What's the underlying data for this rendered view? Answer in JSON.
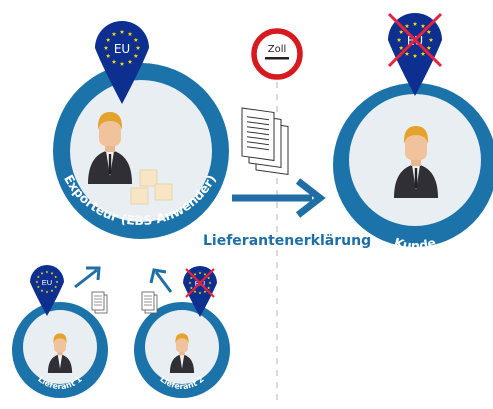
{
  "nodes": {
    "exporteur": {
      "label": "Exporteur (EBS Anwender)",
      "pin_text": "EU",
      "pin_crossed": false
    },
    "kunde": {
      "label": "Kunde",
      "pin_text": "EU",
      "pin_crossed": true
    },
    "lieferant_1": {
      "label": "Lieferant 1",
      "pin_text": "EU",
      "pin_crossed": false
    },
    "lieferant_2": {
      "label": "Lieferant 2",
      "pin_text": "EU",
      "pin_crossed": true
    }
  },
  "customs_sign": {
    "text": "Zoll"
  },
  "flow": {
    "label": "Lieferantenerklärung"
  },
  "colors": {
    "ring_blue": "#1b73a9",
    "pin_navy": "#0d2f8f",
    "star_yellow": "#f3d312",
    "arrow_blue": "#1f6fa6",
    "cross_red": "#e8213c",
    "sign_red": "#d71920",
    "person_dark": "#2f2f35",
    "hair_blond": "#e3a32c",
    "inner_fill": "#e8eef2",
    "box_cream": "#f8e5c3"
  }
}
